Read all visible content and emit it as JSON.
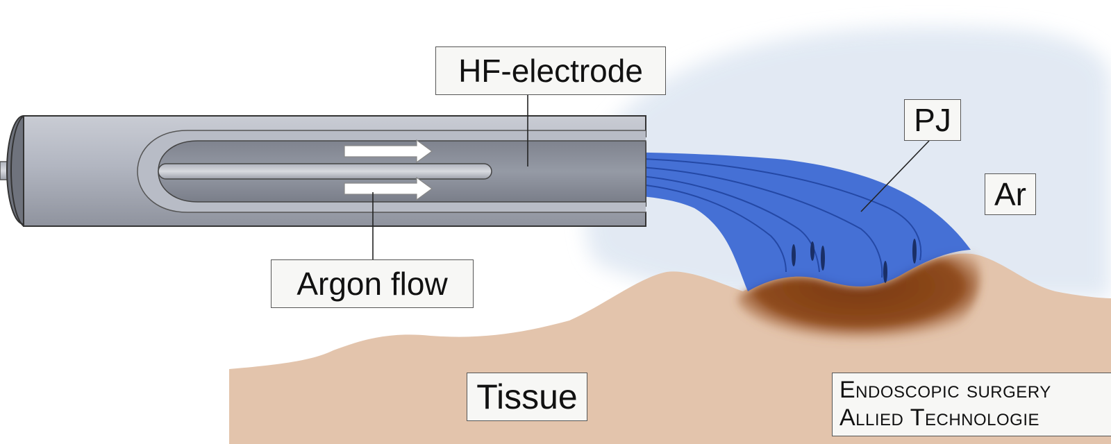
{
  "labels": {
    "hf_electrode": "HF-electrode",
    "argon_flow": "Argon flow",
    "plasma_jet": "PJ",
    "argon": "Ar",
    "tissue": "Tissue"
  },
  "credit": {
    "line1": "Endoscopic surgery",
    "line2": "Allied Technologie"
  },
  "colors": {
    "background": "#ffffff",
    "argon_haze": "#dde6f2",
    "probe_body": "#a9adb8",
    "probe_inner": "#8a8e99",
    "plasma": "#2f5fd0",
    "tissue": "#e3c4ac",
    "coagulated_tissue": "#8e4a1c"
  },
  "icons": {
    "flow_arrow": "right-arrow-icon"
  }
}
